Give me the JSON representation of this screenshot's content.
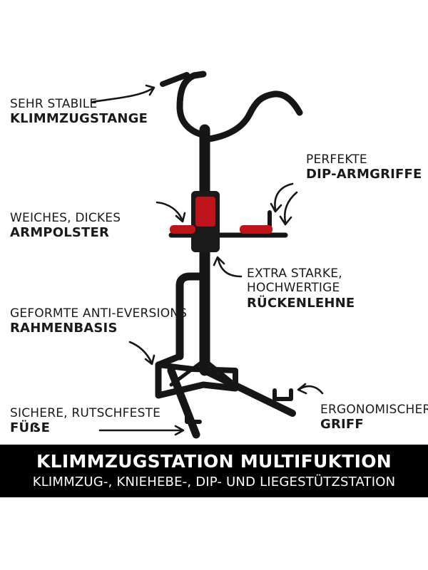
{
  "features": [
    {
      "line1": "SEHR STABILE",
      "line2": "KLIMMZUGSTANGE"
    },
    {
      "line1": "PERFEKTE",
      "line2": "DIP-ARMGRIFFE"
    },
    {
      "line1": "WEICHES, DICKES",
      "line2": "ARMPOLSTER"
    },
    {
      "line1": "EXTRA STARKE, HOCHWERTIGE",
      "line2": "RÜCKENLEHNE"
    },
    {
      "line1": "GEFORMTE ANTI-EVERSIONS",
      "line2": "RAHMENBASIS"
    },
    {
      "line1": "SICHERE, RUTSCHFESTE",
      "line2": "FÜẞE"
    },
    {
      "line1": "ERGONOMISCHER",
      "line2": "GRIFF"
    }
  ],
  "banner": {
    "title": "KLIMMZUGSTATION MULTIFUKTION",
    "subtitle": "KLIMMZUG-, KNIEHEBE-, DIP- UND LIEGESTÜTZSTATION"
  },
  "colors": {
    "frame": "#161616",
    "padding": "#c0141c",
    "banner": "#000000",
    "text": "#1a1a1a"
  }
}
